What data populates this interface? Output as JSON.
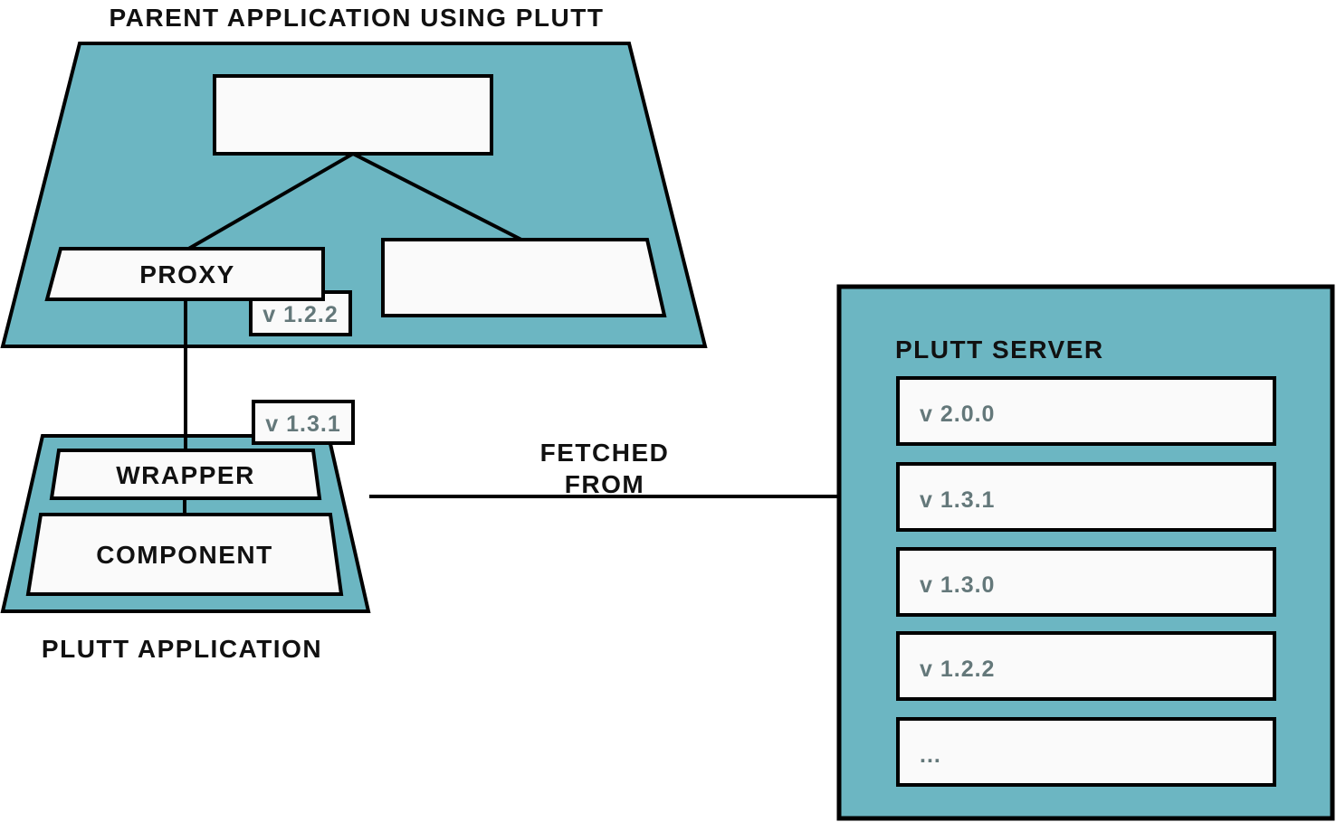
{
  "colors": {
    "teal": "#6cb6c2",
    "box_fill": "#fafafa",
    "outline": "#000000",
    "heading_text": "#111111",
    "version_text": "#64787a"
  },
  "parent_app": {
    "title": "PARENT APPLICATION USING PLUTT",
    "proxy_label": "PROXY",
    "proxy_version": "v 1.2.2"
  },
  "plutt_app": {
    "caption": "PLUTT APPLICATION",
    "wrapper_label": "WRAPPER",
    "component_label": "COMPONENT",
    "version": "v 1.3.1"
  },
  "arrow": {
    "label_line1": "FETCHED",
    "label_line2": "FROM"
  },
  "server": {
    "title": "PLUTT SERVER",
    "versions": [
      "v 2.0.0",
      "v 1.3.1",
      "v 1.3.0",
      "v 1.2.2",
      "..."
    ]
  }
}
